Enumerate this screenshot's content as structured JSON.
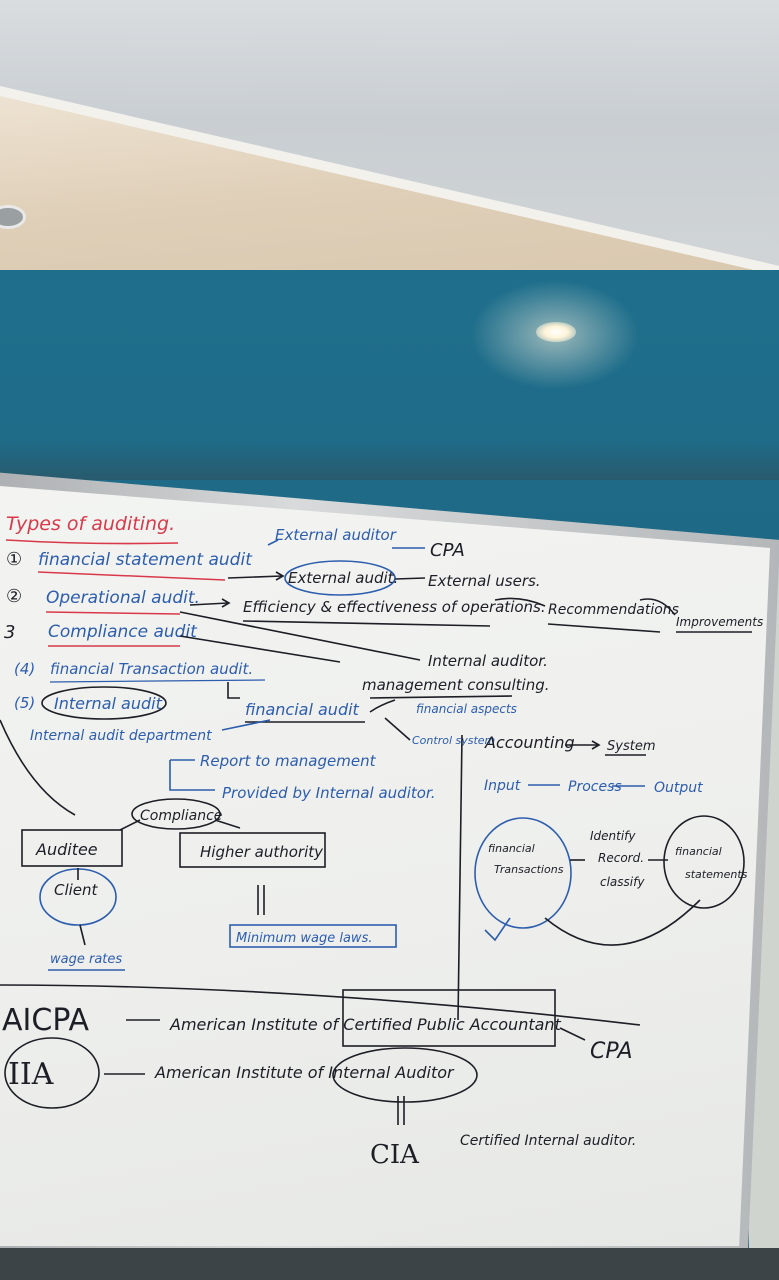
{
  "whiteboard": {
    "title": "Types of auditing.",
    "list": [
      {
        "num": "①",
        "text": "financial statement audit"
      },
      {
        "num": "②",
        "text": "Operational audit."
      },
      {
        "num": "3",
        "text": "Compliance audit"
      },
      {
        "num": "(4)",
        "text": "financial Transaction audit."
      },
      {
        "num": "(5)",
        "text": "Internal audit"
      }
    ],
    "notes": {
      "external_auditor": "External auditor",
      "cpa_top": "CPA",
      "external_audit": "External audit.",
      "external_users": "External users.",
      "efficiency": "Efficiency & effectiveness of operations.",
      "recommendations": "Recommendations",
      "improvements": "Improvements",
      "internal_auditor": "Internal auditor.",
      "management_consulting": "management consulting.",
      "financial_audit": "financial audit",
      "financial_aspects": "financial aspects",
      "internal_audit_dept": "Internal audit department",
      "control_system": "Control system",
      "accounting": "Accounting",
      "system": "System",
      "report_mgmt": "Report to management",
      "provided_by": "Provided by Internal auditor.",
      "compliance": "Compliance",
      "auditee": "Auditee",
      "higher_authority": "Higher authority",
      "client": "Client",
      "min_wage": "Minimum wage laws.",
      "wage_rates": "wage rates",
      "input": "Input",
      "process": "Process",
      "output": "Output",
      "fin_trans_1": "financial",
      "fin_trans_2": "Transactions",
      "identify_1": "Identify",
      "identify_2": "Record.",
      "identify_3": "classify",
      "fin_stmt_1": "financial",
      "fin_stmt_2": "statements"
    },
    "bottom": {
      "aicpa": "AICPA",
      "aicpa_full": "American Institute of Certified Public Accountant",
      "cpa": "CPA",
      "iia": "IIA",
      "iia_full": "American Institute of Internal Auditor",
      "cia": "CIA",
      "cia_full": "Certified Internal auditor."
    }
  },
  "colors": {
    "wall": "#1d6683",
    "board": "#eeefed",
    "ink_black": "#1d1e26",
    "ink_blue": "#2d5dad",
    "ink_red": "#d8394a"
  }
}
